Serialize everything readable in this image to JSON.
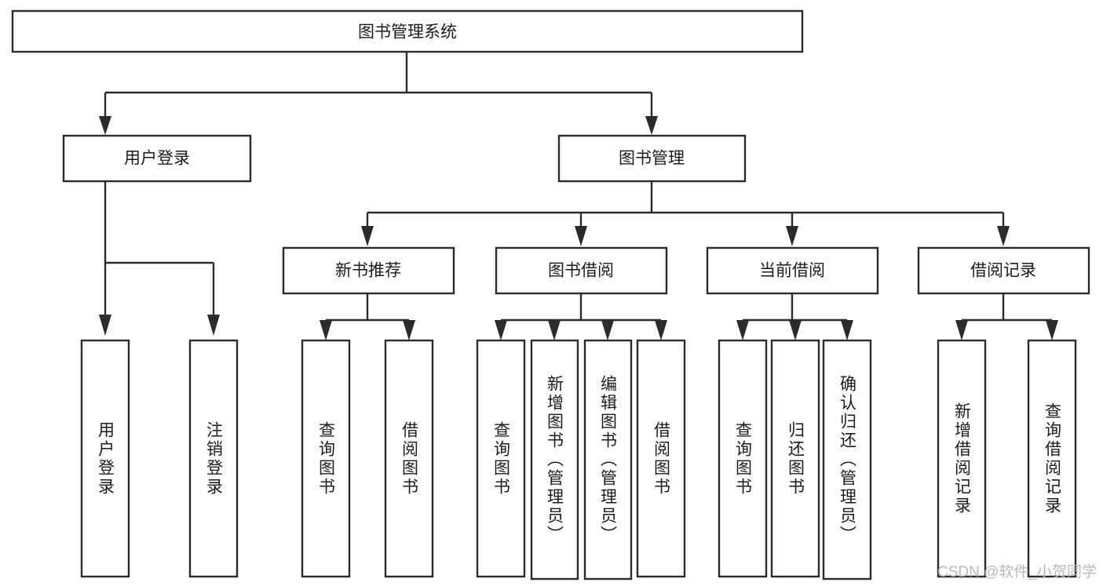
{
  "diagram": {
    "title": "图书管理系统",
    "type": "tree",
    "watermark": "CSDN @软件_小贺同学",
    "colors": {
      "stroke": "#2b2b2b",
      "fill": "#ffffff",
      "text": "#1b1b1b",
      "watermark": "#b9b9b9",
      "background": "#ffffff"
    },
    "root": {
      "id": "root",
      "label": "图书管理系统",
      "orientation": "horizontal"
    },
    "level1": [
      {
        "id": "user-login",
        "label": "用户登录",
        "orientation": "horizontal"
      },
      {
        "id": "book-manage",
        "label": "图书管理",
        "orientation": "horizontal"
      }
    ],
    "level2": [
      {
        "id": "new-book-recommend",
        "label": "新书推荐",
        "orientation": "horizontal",
        "parent": "book-manage"
      },
      {
        "id": "book-borrow",
        "label": "图书借阅",
        "orientation": "horizontal",
        "parent": "book-manage"
      },
      {
        "id": "current-borrow",
        "label": "当前借阅",
        "orientation": "horizontal",
        "parent": "book-manage"
      },
      {
        "id": "borrow-record",
        "label": "借阅记录",
        "orientation": "horizontal",
        "parent": "book-manage"
      }
    ],
    "leaves": [
      {
        "id": "leaf-user-login",
        "label": "用户登录",
        "orientation": "vertical",
        "parent": "user-login"
      },
      {
        "id": "leaf-user-logout",
        "label": "注销登录",
        "orientation": "vertical",
        "parent": "user-login"
      },
      {
        "id": "leaf-query-book-1",
        "label": "查询图书",
        "orientation": "vertical",
        "parent": "new-book-recommend"
      },
      {
        "id": "leaf-borrow-book-1",
        "label": "借阅图书",
        "orientation": "vertical",
        "parent": "new-book-recommend"
      },
      {
        "id": "leaf-query-book-2",
        "label": "查询图书",
        "orientation": "vertical",
        "parent": "book-borrow"
      },
      {
        "id": "leaf-add-book",
        "label": "新增图书（管理员）",
        "orientation": "vertical",
        "parent": "book-borrow"
      },
      {
        "id": "leaf-edit-book",
        "label": "编辑图书（管理员）",
        "orientation": "vertical",
        "parent": "book-borrow"
      },
      {
        "id": "leaf-borrow-book-2",
        "label": "借阅图书",
        "orientation": "vertical",
        "parent": "book-borrow"
      },
      {
        "id": "leaf-query-book-3",
        "label": "查询图书",
        "orientation": "vertical",
        "parent": "current-borrow"
      },
      {
        "id": "leaf-return-book",
        "label": "归还图书",
        "orientation": "vertical",
        "parent": "current-borrow"
      },
      {
        "id": "leaf-confirm-return",
        "label": "确认归还（管理员）",
        "orientation": "vertical",
        "parent": "current-borrow"
      },
      {
        "id": "leaf-add-record",
        "label": "新增借阅记录",
        "orientation": "vertical",
        "parent": "borrow-record"
      },
      {
        "id": "leaf-query-record",
        "label": "查询借阅记录",
        "orientation": "vertical",
        "parent": "borrow-record"
      }
    ]
  }
}
